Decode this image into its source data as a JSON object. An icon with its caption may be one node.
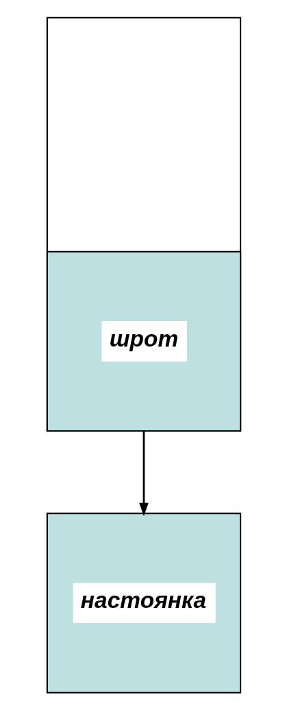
{
  "diagram": {
    "nodes": [
      {
        "text": [],
        "shape": "box"
      },
      {
        "text": [
          "шрот"
        ],
        "in": 0
      },
      {
        "text": [
          "настоянка"
        ]
      }
    ],
    "edges": [
      {
        "from": 0,
        "to": 2,
        "arrow": "to"
      }
    ]
  }
}
